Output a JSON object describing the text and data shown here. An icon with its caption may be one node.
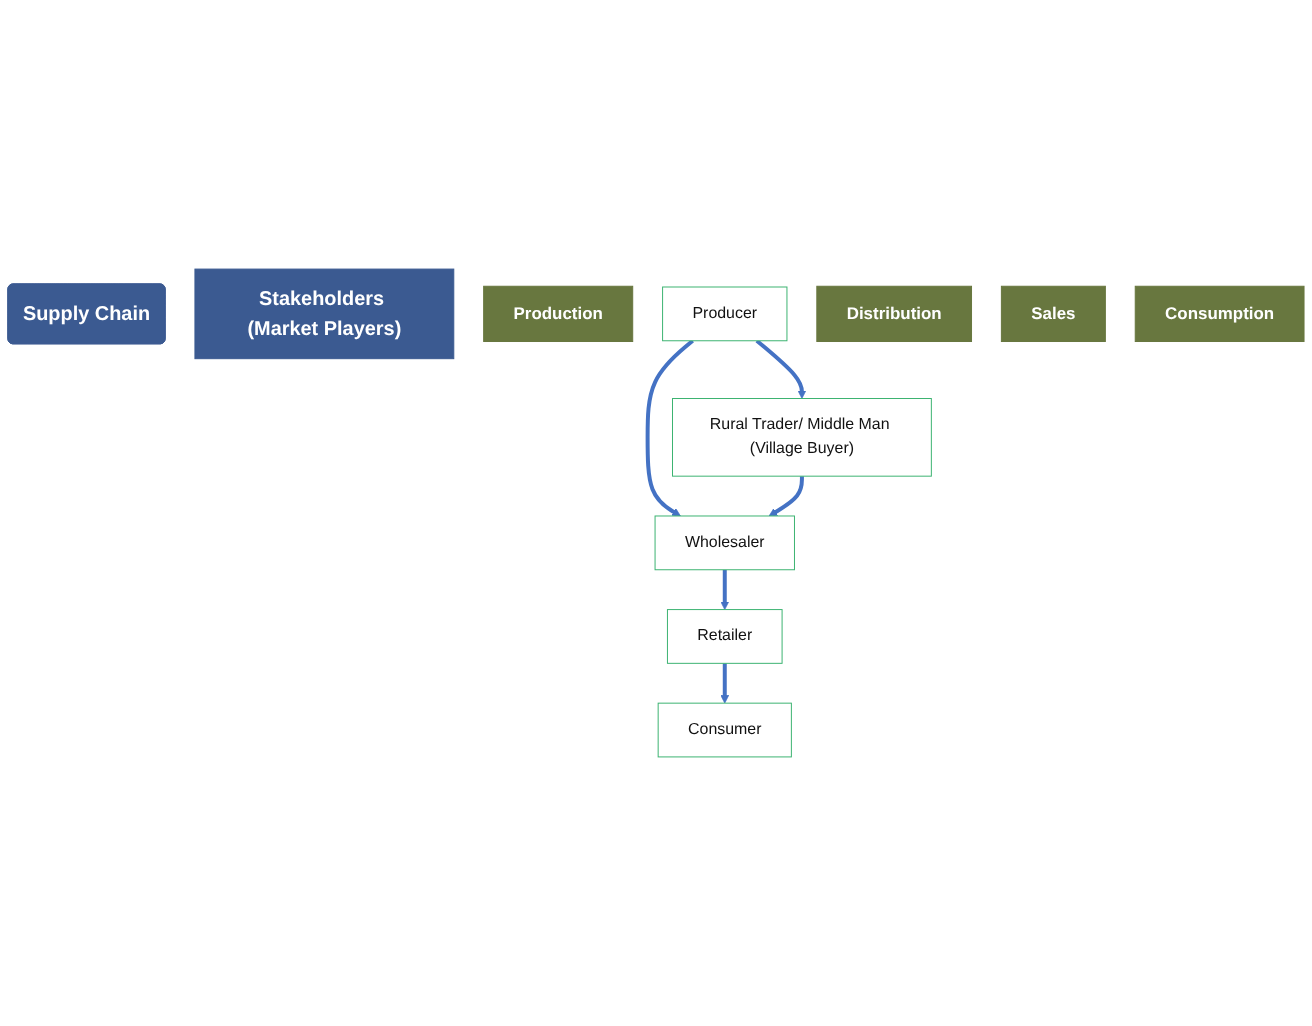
{
  "diagram": {
    "nodes": [
      {
        "text": [
          "Supply Chain"
        ]
      },
      {
        "text": [
          "Stakeholders (Market Players)"
        ]
      },
      {
        "text": [
          "Production"
        ]
      },
      {
        "text": [
          "Producer"
        ]
      },
      {
        "text": [
          "Rural Trader/ Middle Man (Village Buyer)"
        ]
      },
      {
        "text": [
          "Distribution"
        ]
      },
      {
        "text": [
          "Wholesaler"
        ]
      },
      {
        "text": [
          "Sales"
        ]
      },
      {
        "text": [
          "Retailer"
        ]
      },
      {
        "text": [
          "Consumption"
        ]
      },
      {
        "text": [
          "Consumer"
        ]
      }
    ],
    "edges": [
      {
        "from": 3,
        "to": 4,
        "arrow": "to"
      },
      {
        "from": 3,
        "to": 6,
        "arrow": "to"
      },
      {
        "from": 4,
        "to": 6,
        "arrow": "to"
      },
      {
        "from": 6,
        "to": 8,
        "arrow": "to"
      },
      {
        "from": 8,
        "to": 10,
        "arrow": "to"
      }
    ]
  }
}
